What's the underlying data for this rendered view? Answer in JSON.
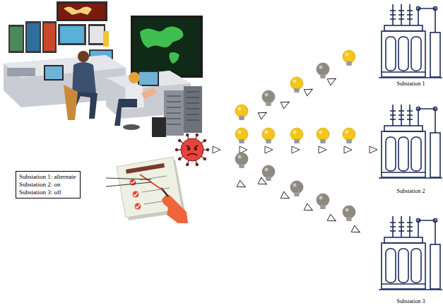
{
  "diagram": {
    "nodes": [
      {
        "text": [
          "Substation 1: alternate",
          "Substation 2: on",
          "Substation 3: off"
        ]
      },
      {
        "text": [
          "Substation 1"
        ]
      },
      {
        "text": [
          "Substation 2"
        ]
      },
      {
        "text": [
          "Substation 3"
        ]
      }
    ]
  }
}
